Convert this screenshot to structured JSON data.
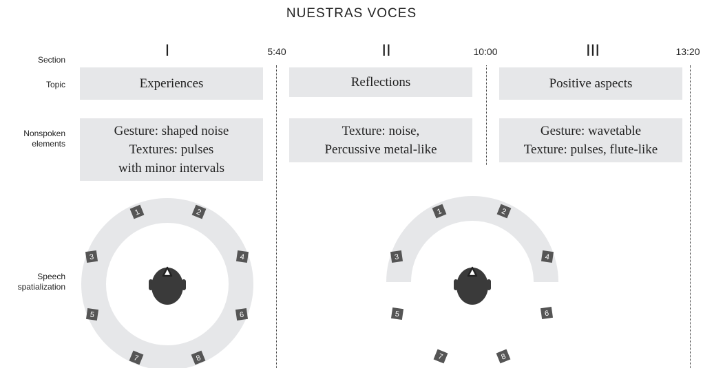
{
  "title": "NUESTRAS VOCES",
  "row_labels": {
    "section": "Section",
    "topic": "Topic",
    "nonspoken": "Nonspoken\nelements",
    "speech": "Speech\nspatialization"
  },
  "sections": [
    {
      "numeral": "I",
      "end_time": "5:40",
      "topic": "Experiences",
      "nonspoken": "Gesture: shaped noise\nTextures: pulses\nwith minor intervals"
    },
    {
      "numeral": "II",
      "end_time": "10:00",
      "topic": "Reflections",
      "nonspoken": "Texture: noise,\nPercussive metal-like"
    },
    {
      "numeral": "III",
      "end_time": "13:20",
      "topic": "Positive aspects",
      "nonspoken": "Gesture: wavetable\nTexture: pulses, flute-like"
    }
  ],
  "speakers": [
    "1",
    "2",
    "3",
    "4",
    "5",
    "6",
    "7",
    "8"
  ],
  "colors": {
    "box": "#e6e7e9",
    "ring": "#e6e7e9",
    "speaker": "#555555",
    "head": "#3a3a3a"
  },
  "icons": {
    "speaker": "speaker-icon",
    "listener": "listener-head-icon"
  }
}
